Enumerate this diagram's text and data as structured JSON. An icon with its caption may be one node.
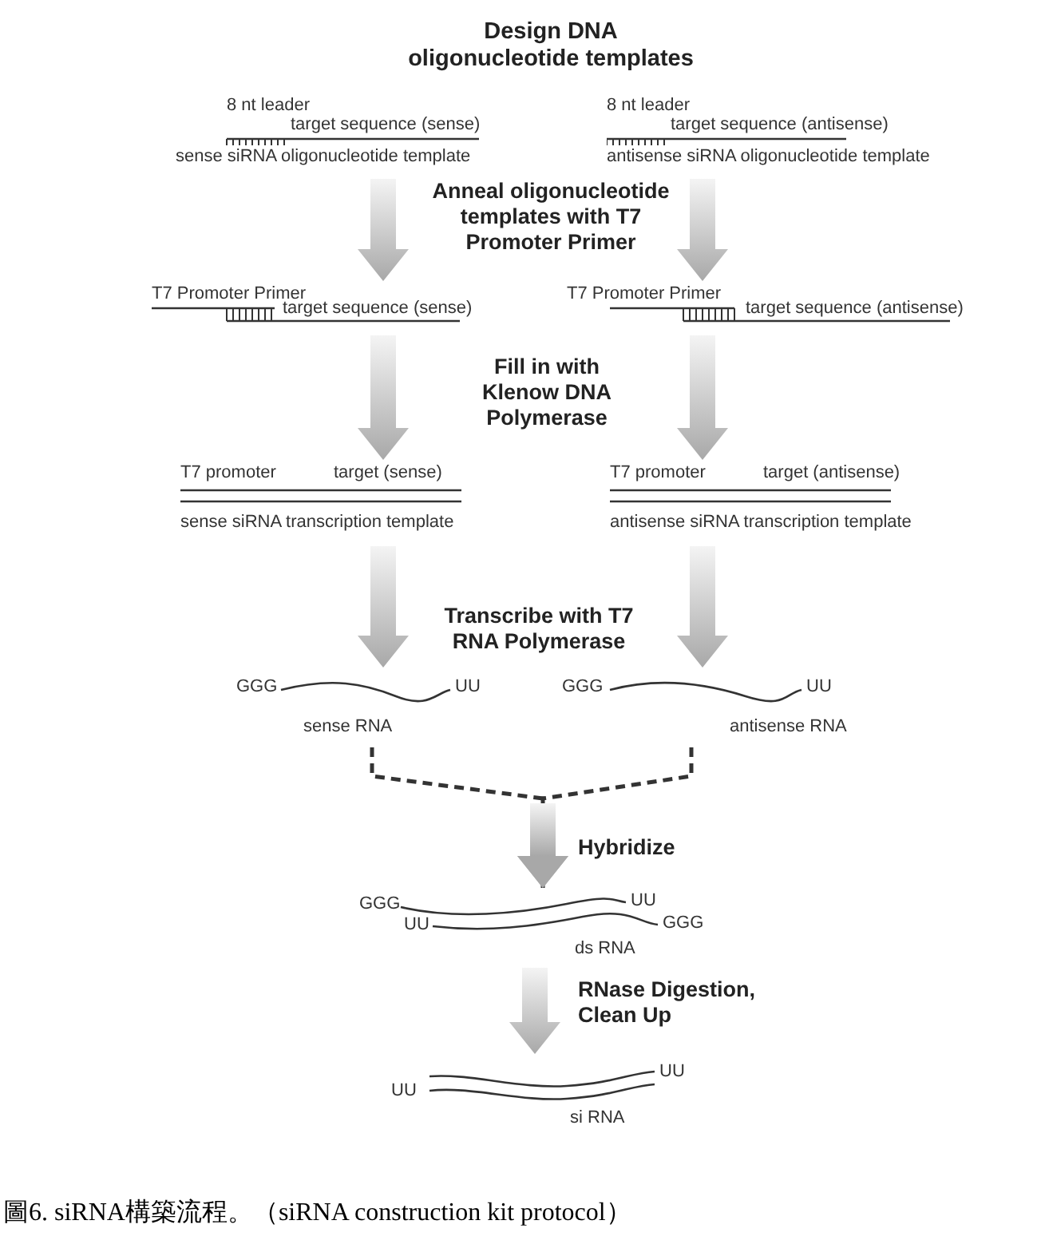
{
  "diagram": {
    "title": "Design DNA oligonucleotide templates",
    "caption": "圖6. siRNA構築流程。（siRNA construction kit protocol）",
    "nodes": [
      {
        "text": [
          "8 nt leader",
          "target sequence (sense)",
          "sense siRNA oligonucleotide template"
        ]
      },
      {
        "text": [
          "8 nt leader",
          "target sequence (antisense)",
          "antisense siRNA oligonucleotide template"
        ]
      },
      {
        "text": [
          "T7 Promoter Primer",
          "target sequence (sense)"
        ]
      },
      {
        "text": [
          "T7 Promoter Primer",
          "target sequence (antisense)"
        ]
      },
      {
        "text": [
          "T7 promoter",
          "target (sense)",
          "sense siRNA transcription template"
        ]
      },
      {
        "text": [
          "T7 promoter",
          "target (antisense)",
          "antisense siRNA transcription template"
        ]
      },
      {
        "text": [
          "GGG",
          "UU",
          "sense RNA"
        ]
      },
      {
        "text": [
          "GGG",
          "UU",
          "antisense RNA"
        ]
      },
      {
        "text": [
          "GGG",
          "UU",
          "UU",
          "GGG",
          "ds RNA"
        ]
      },
      {
        "text": [
          "UU",
          "UU",
          "si RNA"
        ]
      }
    ],
    "edges": [
      {
        "from": 0,
        "to": 2,
        "arrow": "to"
      },
      {
        "from": 1,
        "to": 3,
        "arrow": "to"
      },
      {
        "from": 2,
        "to": 4,
        "arrow": "to"
      },
      {
        "from": 3,
        "to": 5,
        "arrow": "to"
      },
      {
        "from": 4,
        "to": 6,
        "arrow": "to"
      },
      {
        "from": 5,
        "to": 7,
        "arrow": "to"
      },
      {
        "from": 6,
        "to": 8,
        "arrow": "to",
        "style": "dashed"
      },
      {
        "from": 7,
        "to": 8,
        "arrow": "to",
        "style": "dashed"
      },
      {
        "from": 8,
        "to": 9,
        "arrow": "to"
      }
    ],
    "labels": [
      "Anneal oligonucleotide templates with T7 Promoter Primer",
      "Fill in with Klenow DNA Polymerase",
      "Transcribe with T7 RNA Polymerase",
      "Hybridize",
      "RNase Digestion, Clean Up"
    ]
  }
}
